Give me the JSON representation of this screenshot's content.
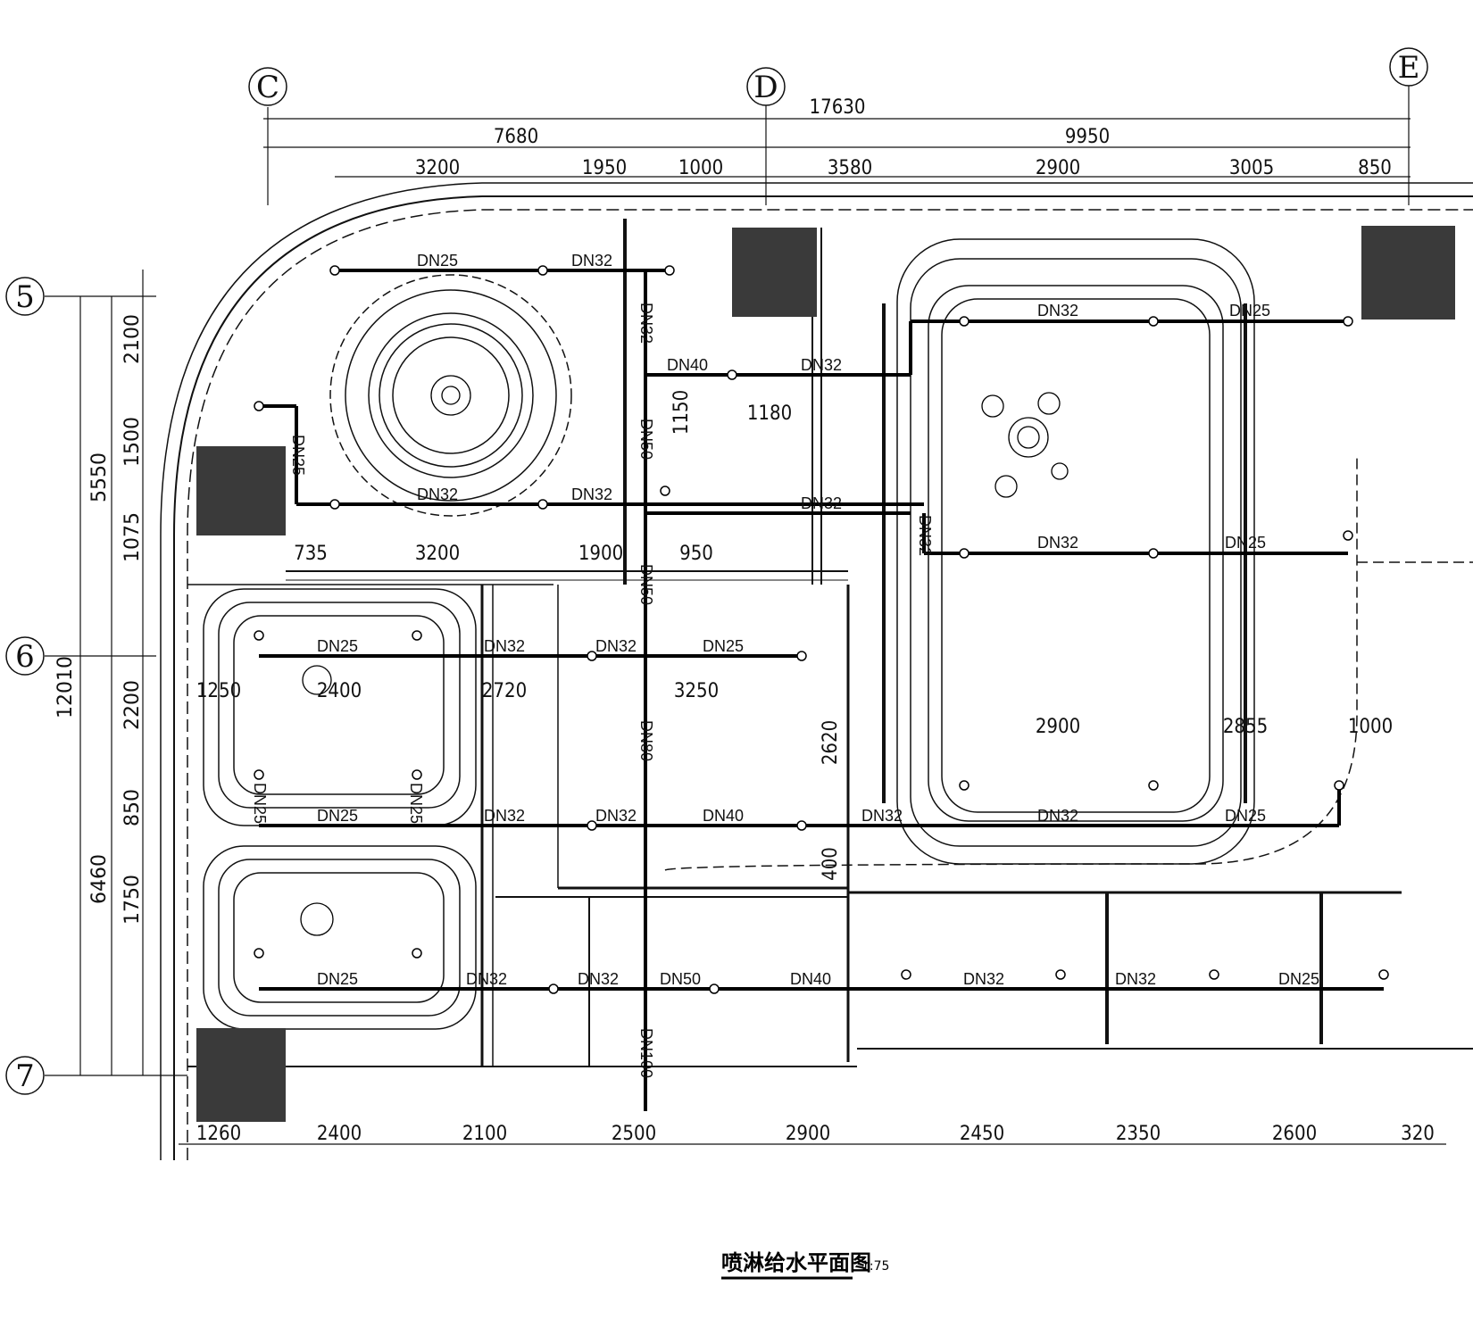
{
  "title": "喷淋给水平面图",
  "scale": "1:75",
  "grid": {
    "columns": [
      "C",
      "D",
      "E"
    ],
    "rows": [
      "5",
      "6",
      "7"
    ]
  },
  "dims_top": {
    "overall": "17630",
    "segments_level2": [
      "7680",
      "9950"
    ],
    "segments_level3": [
      "3200",
      "1950",
      "1000",
      "3580",
      "2900",
      "3005",
      "850"
    ]
  },
  "dims_left": {
    "overall": "12010",
    "segments_level2": [
      "5550",
      "6460"
    ],
    "segments_level3": [
      "2100",
      "1500",
      "1075",
      "2200",
      "850",
      "1750"
    ]
  },
  "dims_bottom": [
    "1260",
    "2400",
    "2100",
    "2500",
    "2900",
    "2450",
    "2350",
    "2600",
    "320"
  ],
  "dims_inner": {
    "row1": [
      "735",
      "3200",
      "1900",
      "950"
    ],
    "row2": [
      "1250",
      "2400",
      "2720",
      "3250"
    ],
    "row3": [
      "2900",
      "2855",
      "1000"
    ],
    "vertical": [
      "1150",
      "1180",
      "2620",
      "400"
    ]
  },
  "pipe_labels": {
    "top_branch": [
      "DN25",
      "DN32"
    ],
    "main_vertical": [
      "DN32",
      "DN50",
      "DN50",
      "DN80",
      "DN100"
    ],
    "branch_a": [
      "DN40",
      "DN32"
    ],
    "branch_b": [
      "DN32",
      "DN32",
      "DN32"
    ],
    "right_top": [
      "DN32",
      "DN25"
    ],
    "right_mid": [
      "DN32",
      "DN32",
      "DN25"
    ],
    "left_mid": [
      "DN25",
      "DN32",
      "DN32",
      "DN25"
    ],
    "left_low": [
      "DN25",
      "DN25",
      "DN25",
      "DN32",
      "DN32",
      "DN40",
      "DN32",
      "DN32",
      "DN25"
    ],
    "bottom_run": [
      "DN25",
      "DN32",
      "DN32",
      "DN50",
      "DN40",
      "DN32",
      "DN32",
      "DN25"
    ],
    "left_vertical": "DN25"
  }
}
